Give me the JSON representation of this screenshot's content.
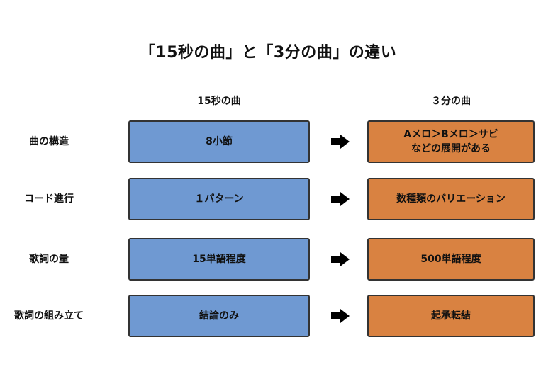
{
  "title": "「15秒の曲」と「3分の曲」の違い",
  "columns": {
    "left": "15秒の曲",
    "right": "３分の曲"
  },
  "rows": [
    {
      "label": "曲の構造",
      "left": "8小節",
      "right_line1": "Aメロ＞Bメロ＞サビ",
      "right_line2": "などの展開がある"
    },
    {
      "label": "コード進行",
      "left": "１パターン",
      "right_line1": "数種類のバリエーション",
      "right_line2": ""
    },
    {
      "label": "歌詞の量",
      "left": "15単語程度",
      "right_line1": "500単語程度",
      "right_line2": ""
    },
    {
      "label": "歌詞の組み立て",
      "left": "結論のみ",
      "right_line1": "起承転結",
      "right_line2": ""
    }
  ],
  "colors": {
    "left_box": "#6f99d2",
    "right_box": "#d98241",
    "arrow": "#000000"
  },
  "icons": {
    "arrow": "right-arrow-icon"
  }
}
